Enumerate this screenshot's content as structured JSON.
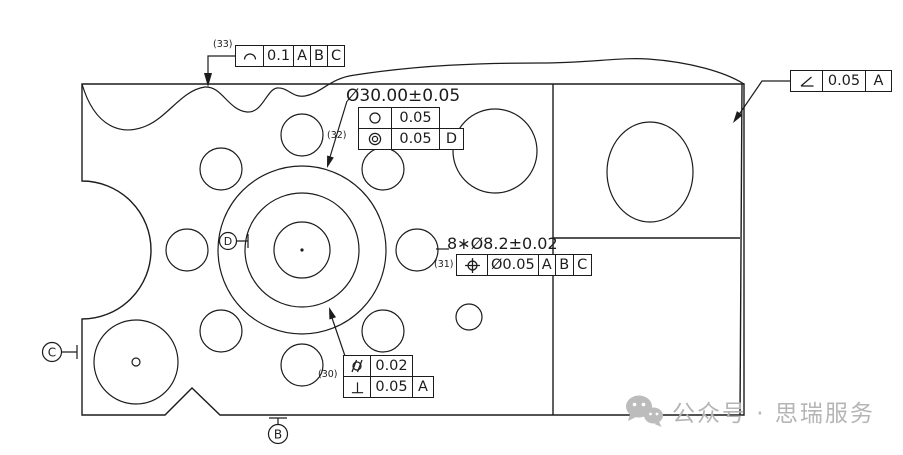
{
  "colors": {
    "line": "#1c1c1c",
    "background": "#ffffff",
    "watermark": "#b5b5b5"
  },
  "frames": {
    "f33": {
      "label": "(33)",
      "symbol": "profile-of-line",
      "tol": "0.1",
      "d1": "A",
      "d2": "B",
      "d3": "C"
    },
    "f32": {
      "label": "(32)",
      "dim": "Ø30.00±0.05",
      "r1_symbol": "circularity",
      "r1_tol": "0.05",
      "r2_symbol": "concentricity",
      "r2_tol": "0.05",
      "r2_d1": "D"
    },
    "f31": {
      "label": "(31)",
      "dim": "8∗Ø8.2±0.02",
      "symbol": "position",
      "tol": "Ø0.05",
      "d1": "A",
      "d2": "B",
      "d3": "C"
    },
    "f30": {
      "label": "(30)",
      "r1_symbol": "cylindricity",
      "r1_tol": "0.02",
      "r2_symbol": "perpendicularity",
      "r2_tol": "0.05",
      "r2_d1": "A"
    },
    "fang": {
      "symbol": "angularity",
      "tol": "0.05",
      "d1": "A"
    }
  },
  "datums": {
    "left": "C",
    "bottom": "B",
    "center": "D"
  },
  "watermark": {
    "icon": "wechat-icon",
    "text": "公众号 · 思瑞服务"
  }
}
